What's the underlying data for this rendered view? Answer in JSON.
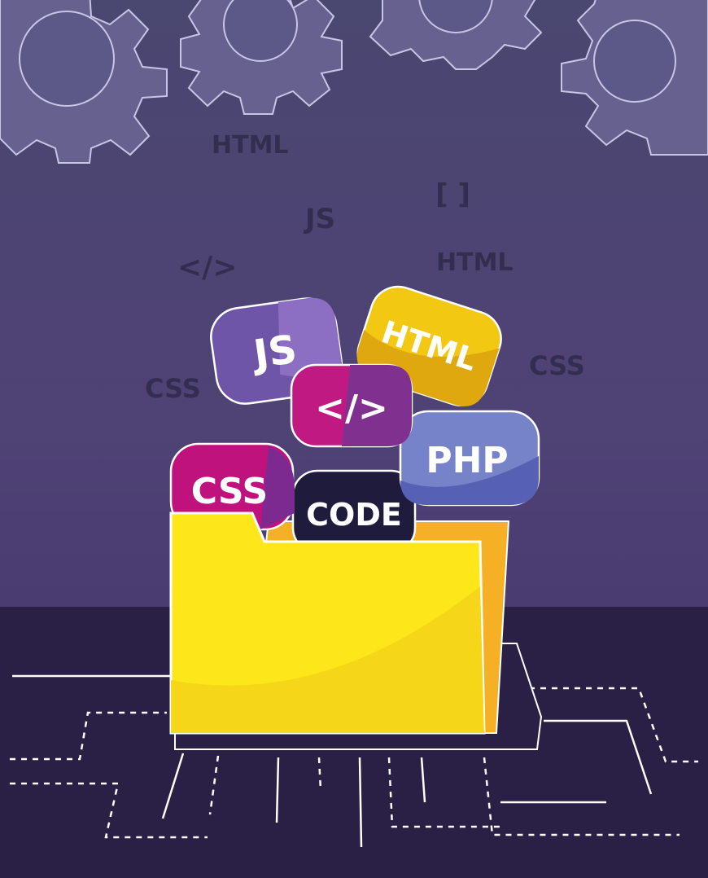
{
  "background_labels": {
    "html_top": "HTML",
    "brackets": "[ ]",
    "js": "JS",
    "tag": "</>",
    "html_mid": "HTML",
    "css_right": "CSS",
    "css_left": "CSS"
  },
  "badges": {
    "js": "JS",
    "html": "HTML",
    "tag": "</>",
    "php": "PHP",
    "css": "CSS",
    "code": "CODE"
  },
  "colors": {
    "bg_top": "#4a4670",
    "bg_bottom": "#4d3e73",
    "floor": "#2a1f45",
    "gear": "#6a6596",
    "folder_front": "#fbe515",
    "folder_back": "#f6b324",
    "js_badge": "#6f55a8",
    "html_badge": "#f3c812",
    "tag_badge": "#c01a82",
    "php_badge": "#7683c8",
    "css_badge": "#c0127c",
    "code_badge": "#1f1b3c"
  }
}
